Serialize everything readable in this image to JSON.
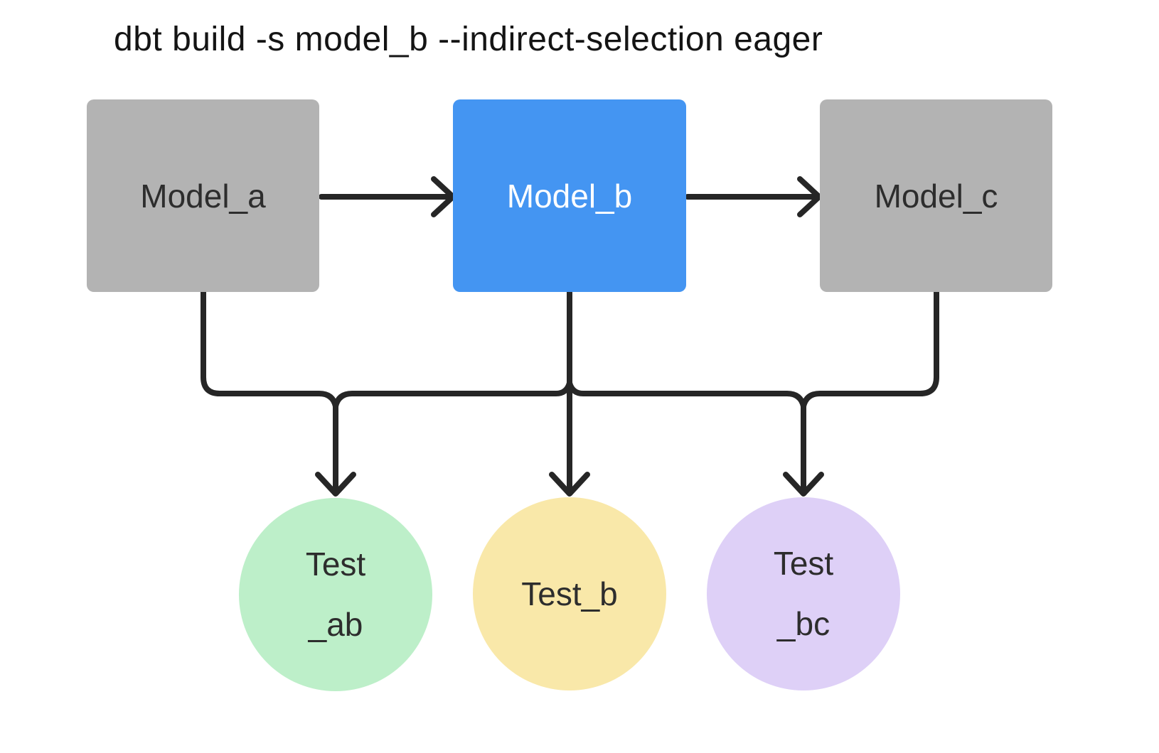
{
  "title": "dbt build -s model_b --indirect-selection eager",
  "colors": {
    "background": "#ffffff",
    "title_text": "#141414",
    "connector": "#262626",
    "model_default_fill": "#b3b3b3",
    "model_selected_fill": "#4495f2",
    "model_default_text": "#2d2d2d",
    "model_selected_text": "#ffffff",
    "test_ab_fill": "#bdefc9",
    "test_b_fill": "#f9e8a9",
    "test_bc_fill": "#ded0f7"
  },
  "models": [
    {
      "id": "model_a",
      "label": "Model_a",
      "selected": false
    },
    {
      "id": "model_b",
      "label": "Model_b",
      "selected": true
    },
    {
      "id": "model_c",
      "label": "Model_c",
      "selected": false
    }
  ],
  "tests": [
    {
      "id": "test_ab",
      "lines": [
        "Test",
        "_ab"
      ]
    },
    {
      "id": "test_b",
      "lines": [
        "Test_b"
      ]
    },
    {
      "id": "test_bc",
      "lines": [
        "Test",
        "_bc"
      ]
    }
  ],
  "edges": [
    {
      "from": "model_a",
      "to": "model_b"
    },
    {
      "from": "model_b",
      "to": "model_c"
    },
    {
      "from": "model_a",
      "to": "test_ab"
    },
    {
      "from": "model_b",
      "to": "test_ab"
    },
    {
      "from": "model_b",
      "to": "test_b"
    },
    {
      "from": "model_b",
      "to": "test_bc"
    },
    {
      "from": "model_c",
      "to": "test_bc"
    }
  ]
}
